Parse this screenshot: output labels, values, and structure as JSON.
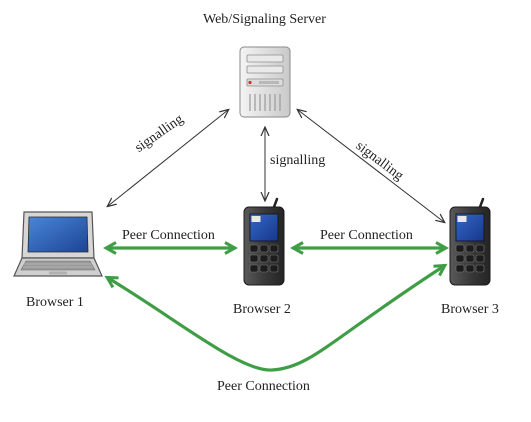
{
  "server": {
    "label": "Web/Signaling Server",
    "icon": "server-tower-icon"
  },
  "nodes": [
    {
      "label": "Browser 1",
      "icon": "laptop-icon"
    },
    {
      "label": "Browser 2",
      "icon": "mobile-phone-icon"
    },
    {
      "label": "Browser 3",
      "icon": "mobile-phone-icon"
    }
  ],
  "signalling": {
    "left": "signalling",
    "center": "signalling",
    "right": "signalling"
  },
  "peer": {
    "b1_b2": "Peer Connection",
    "b2_b3": "Peer Connection",
    "b1_b3": "Peer Connection"
  },
  "colors": {
    "peer_line": "#3f9d45",
    "signal_line": "#333333",
    "text": "#222222",
    "phone_screen": "#1f47a8",
    "laptop_screen": "#2a5db0"
  }
}
